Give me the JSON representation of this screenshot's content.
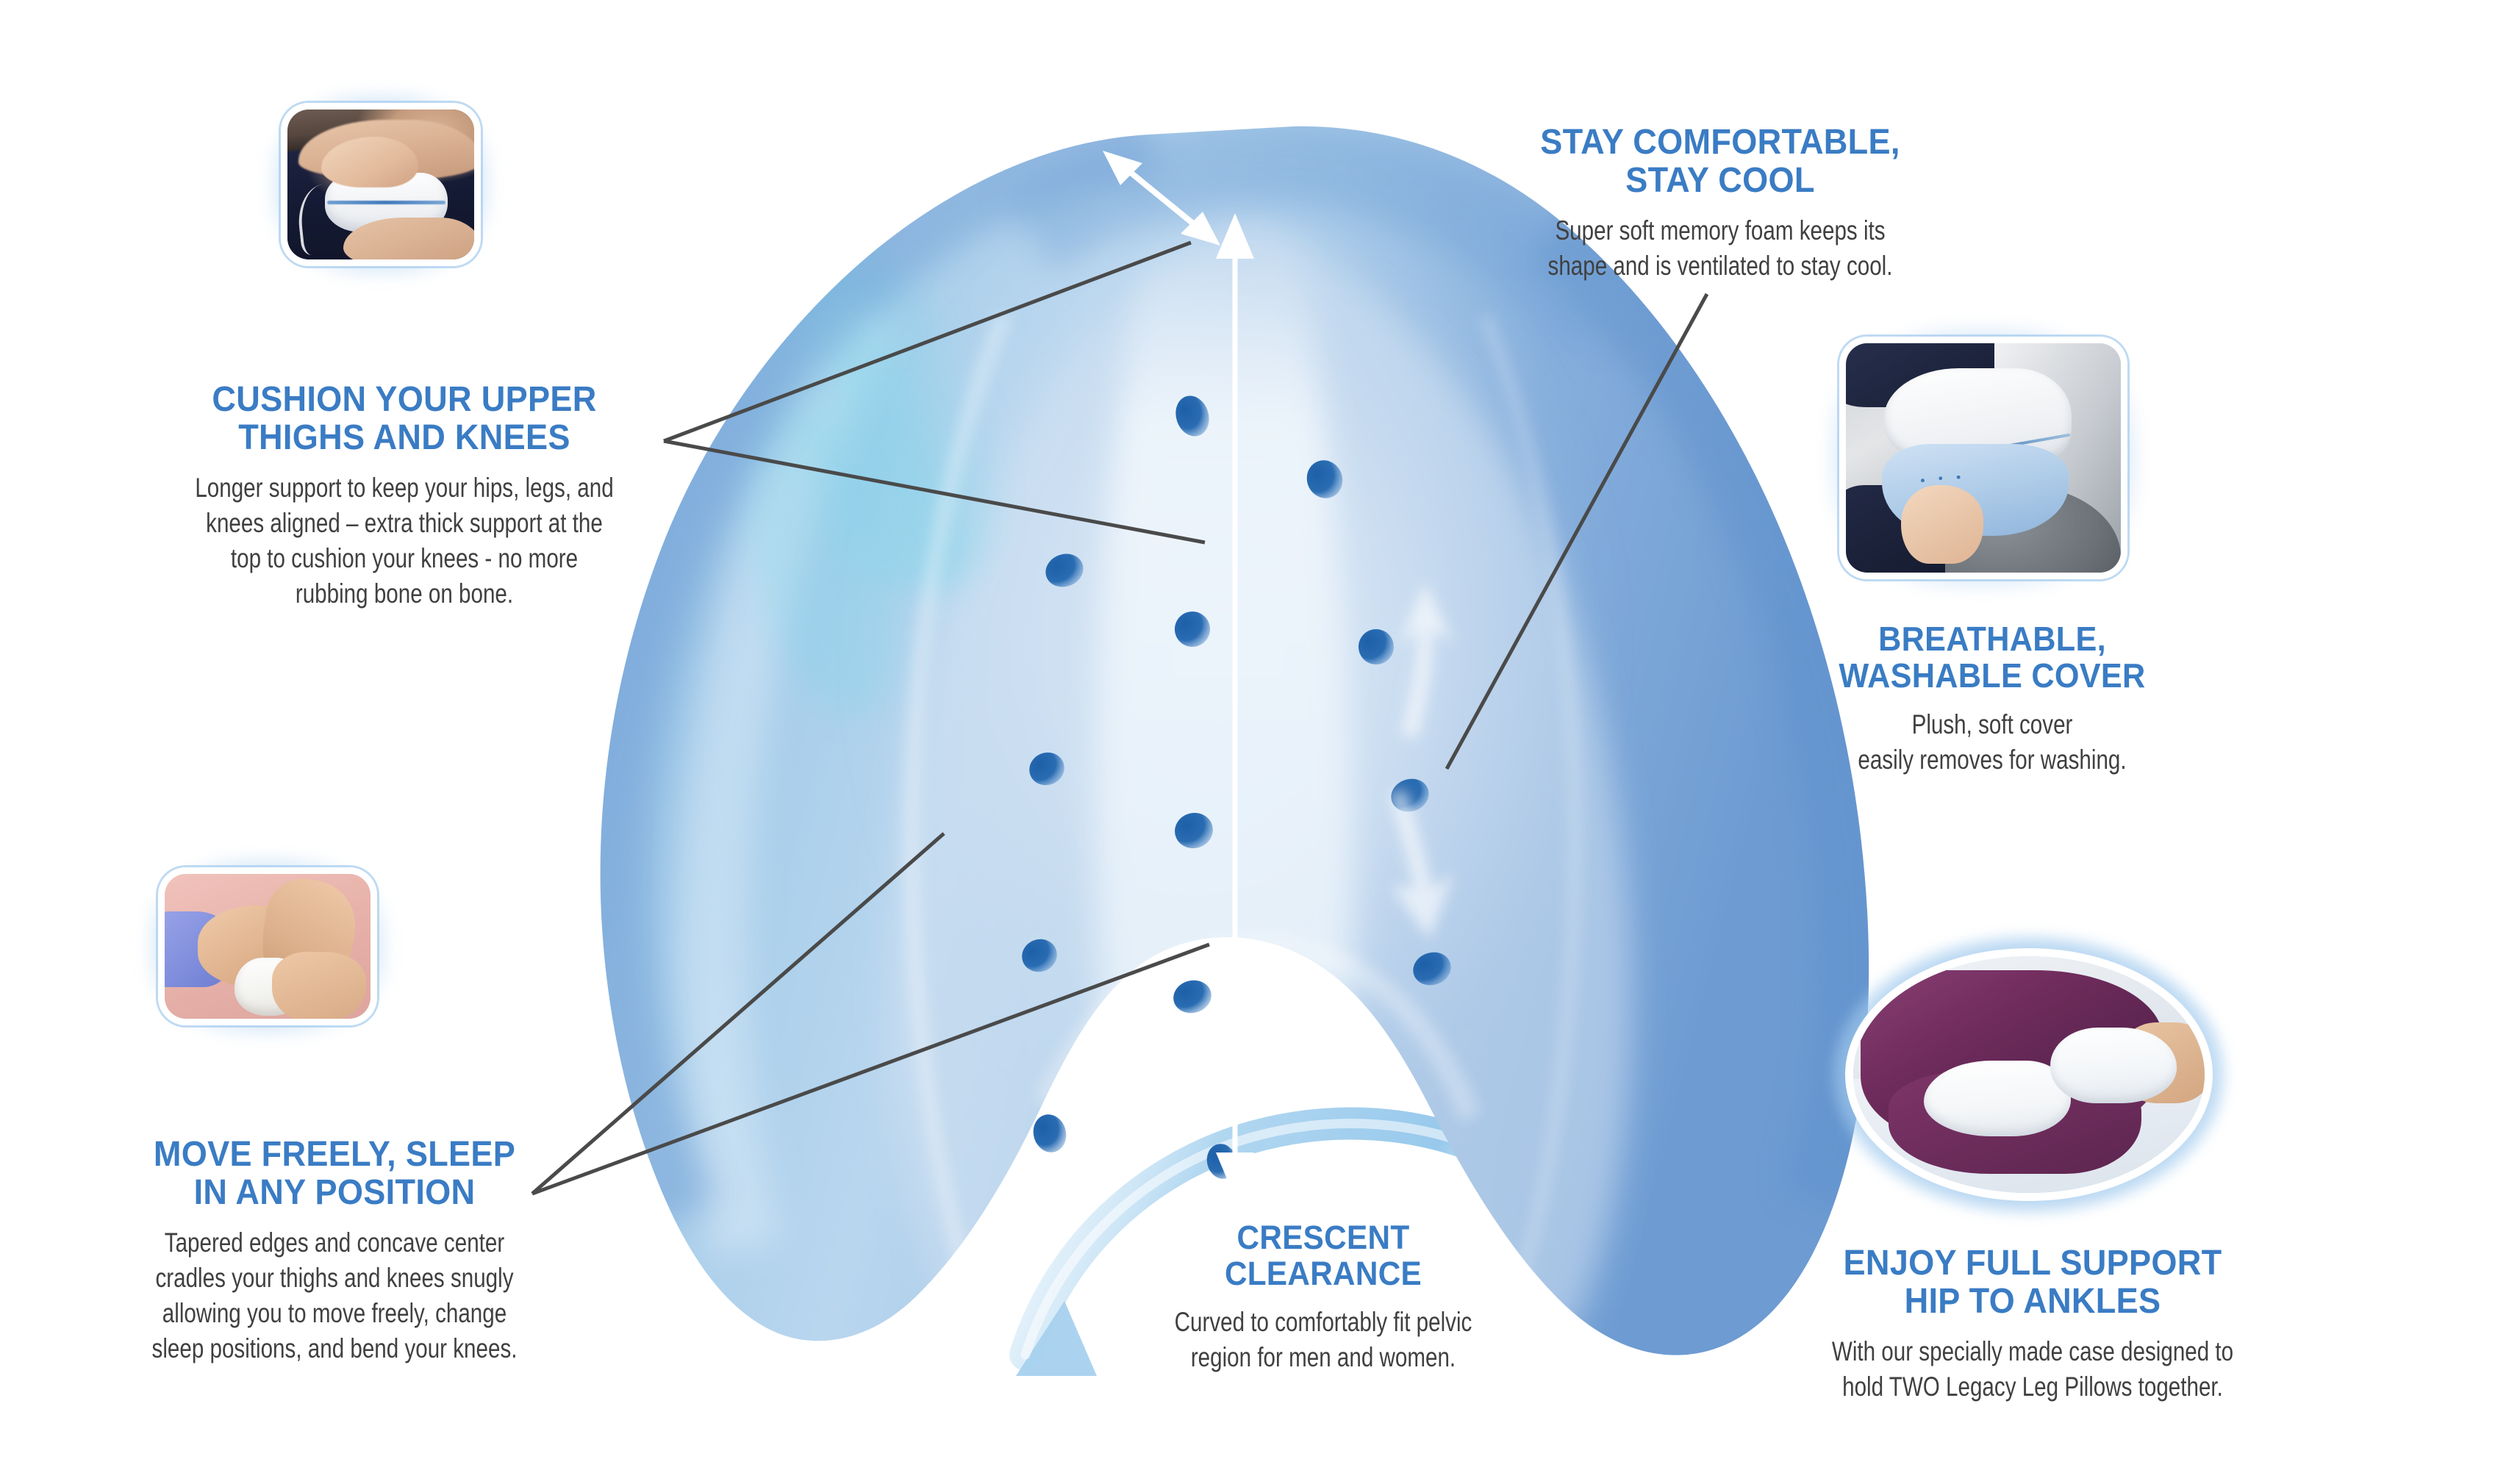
{
  "page": {
    "background": "#ffffff",
    "accent_blue": "#3a7cc4",
    "body_gray": "#404040"
  },
  "callouts": [
    {
      "id": "cushion-your-upper-thighs-and-knees",
      "heading": "CUSHION YOUR UPPER\nTHIGHS AND KNEES",
      "body": "Longer support to keep your hips, legs, and\nknees aligned – extra thick support at the\ntop to cushion your knees - no more\nrubbing bone on bone."
    },
    {
      "id": "stay-comfortable-stay-cool",
      "heading": "STAY COMFORTABLE,\nSTAY COOL",
      "body": "Super soft memory foam keeps its\nshape and is ventilated to stay cool."
    },
    {
      "id": "breathable-washable-cover",
      "heading": "BREATHABLE,\nWASHABLE COVER",
      "body": "Plush, soft cover\neasily removes for washing."
    },
    {
      "id": "move-freely-sleep-in-any-position",
      "heading": "MOVE FREELY, SLEEP\nIN ANY POSITION",
      "body": "Tapered edges and concave center\ncradles your thighs and knees snugly\nallowing you to move freely, change\nsleep positions, and bend your knees."
    },
    {
      "id": "crescent-clearance",
      "heading": "CRESCENT\nCLEARANCE",
      "body": "Curved to comfortably fit pelvic\nregion for men and women."
    },
    {
      "id": "enjoy-full-support-hip-to-ankles",
      "heading": "ENJOY FULL SUPPORT\nHIP TO ANKLES",
      "body": "With our specially made case designed to\nhold TWO Legacy Leg Pillows together."
    }
  ],
  "photos": [
    {
      "id": "photo-pillow-between-knees",
      "shape": "rounded-rect"
    },
    {
      "id": "photo-removable-cover-washing-machine",
      "shape": "rounded-rect"
    },
    {
      "id": "photo-side-sleeper-legs-on-pillow",
      "shape": "rounded-rect"
    },
    {
      "id": "photo-two-pillows-full-leg-support",
      "shape": "oval"
    }
  ],
  "product_illustration": {
    "id": "leg-pillow-foam-illustration",
    "description": "Blue memory foam leg pillow, arch shape with crescent notch",
    "foam_color_light": "#cfe0f2",
    "foam_color_mid": "#7ea8d8",
    "foam_color_dark": "#5f93cd",
    "vent_hole_color": "#1d62ab",
    "vent_hole_count": 13,
    "measure_arrows": [
      "thickness-arrow-diagonal",
      "height-arrow-vertical"
    ],
    "airflow_arrows": "ventilation-airflow-arrows",
    "crescent_arrow_color": "#bfdcf2"
  }
}
